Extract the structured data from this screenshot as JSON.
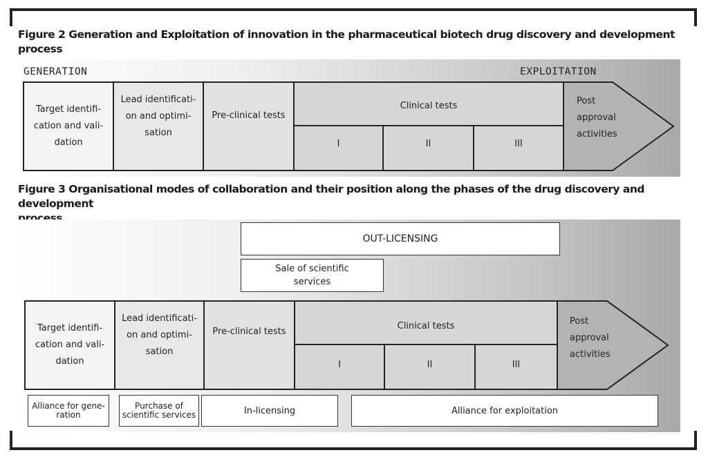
{
  "figure2": {
    "title_line1": "Figure 2 Generation and Exploitation of innovation in the pharmaceutical biotech drug discovery and development",
    "title_line2": "process",
    "label_generation": "GENERATION",
    "label_exploitation": "EXPLOITATION"
  },
  "figure3": {
    "title_line1": "Figure 3 Organisational modes of collaboration and their position along the phases of the drug discovery and development",
    "title_line2": "process",
    "out_licensing": "OUT-LICENSING",
    "sale_line1": "Sale of scientific",
    "sale_line2": "services",
    "alliance_generation_line1": "Alliance for gene-",
    "alliance_generation_line2": "ration",
    "purchase_line1": "Purchase of",
    "purchase_line2": "scientific services",
    "in_licensing": "In-licensing",
    "alliance_exploitation": "Alliance for exploitation"
  },
  "phases": {
    "target_line1": "Target identifi-",
    "target_line2": "cation and vali-",
    "target_line3": "dation",
    "lead_line1": "Lead identificati-",
    "lead_line2": "on and optimi-",
    "lead_line3": "sation",
    "preclinical": "Pre-clinical tests",
    "clinical": "Clinical tests",
    "phase_1": "I",
    "phase_2": "II",
    "phase_3": "III",
    "post_line1": "Post",
    "post_line2": "approval",
    "post_line3": "activities"
  },
  "colors": {
    "line": "#222222",
    "box_fill": "#ffffff",
    "cell_light": "#f0f0f0",
    "cell_mid": "#e4e4e4",
    "cell_dark": "#d0d0d0",
    "post_fill": "#b0b0b0"
  }
}
